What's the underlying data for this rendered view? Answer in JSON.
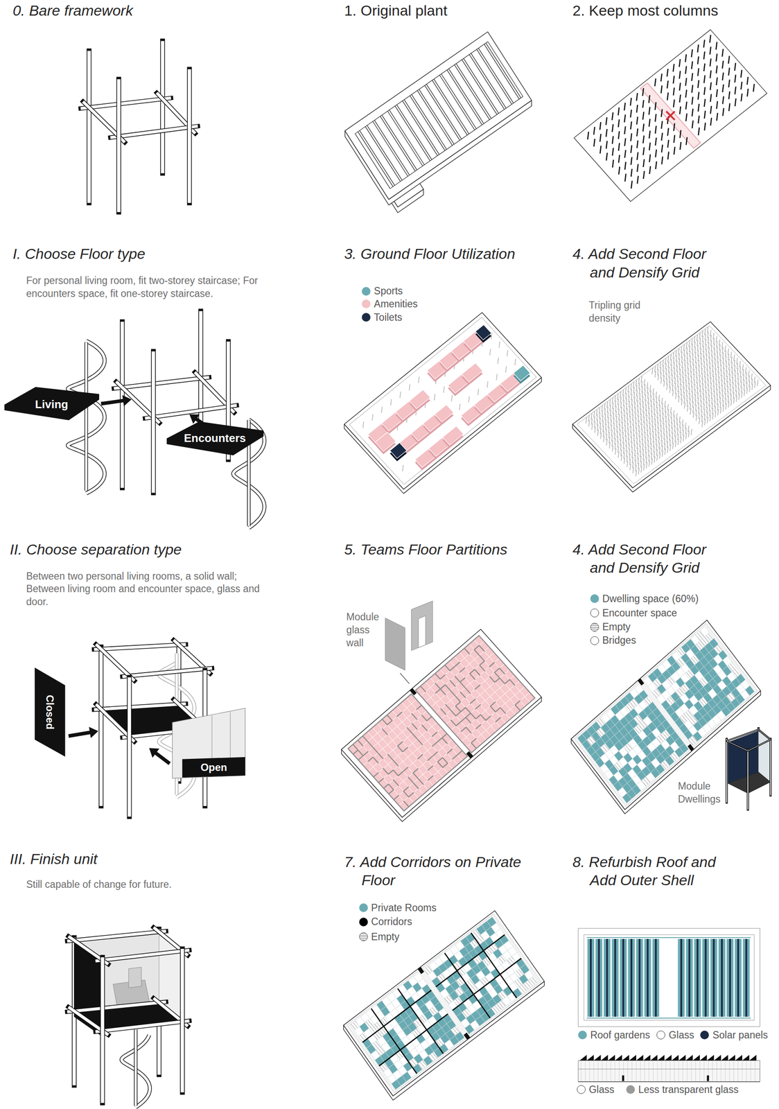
{
  "diagram": {
    "nodes": [
      {
        "text": [
          "Living"
        ]
      },
      {
        "text": [
          "Encounters"
        ]
      },
      {
        "text": [
          "Closed"
        ]
      },
      {
        "text": [
          "Open"
        ]
      }
    ],
    "labels": [
      "0. Bare framework",
      "1. Original plant",
      "2. Keep most columns",
      "I. Choose Floor type",
      "For personal living room, fit two-storey staircase; For encounters space, fit one-storey staircase.",
      "3. Ground Floor Utilization",
      "4. Add Second Floor and Densify Grid",
      "Tripling grid density",
      "II. Choose separation type",
      "Between two personal living rooms, a solid wall; Between living room and encounter space, glass and door.",
      "5. Teams Floor Partitions",
      "Module glass wall",
      "4. Add Second Floor and Densify Grid",
      "Module Dwellings",
      "III. Finish unit",
      "Still capable of change for future.",
      "7. Add Corridors on Private Floor",
      "8. Refurbish Roof and Add Outer Shell"
    ],
    "legend": [
      {
        "text": "Sports",
        "color": "#6aabb3"
      },
      {
        "text": "Amenities",
        "color": "#f4c1c5"
      },
      {
        "text": "Toilets",
        "color": "#1c2b45"
      },
      {
        "text": "Dwelling space (60%)",
        "color": "#6aabb3"
      },
      {
        "text": "Encounter space"
      },
      {
        "text": "Empty"
      },
      {
        "text": "Bridges"
      },
      {
        "text": "Private Rooms",
        "color": "#6aabb3"
      },
      {
        "text": "Corridors",
        "color": "#000000"
      },
      {
        "text": "Empty"
      },
      {
        "text": "Roof gardens",
        "color": "#6aabb3"
      },
      {
        "text": "Glass"
      },
      {
        "text": "Solar panels",
        "color": "#1c2b45"
      },
      {
        "text": "Glass"
      },
      {
        "text": "Less transparent glass",
        "color": "#9a9a9a"
      }
    ]
  }
}
